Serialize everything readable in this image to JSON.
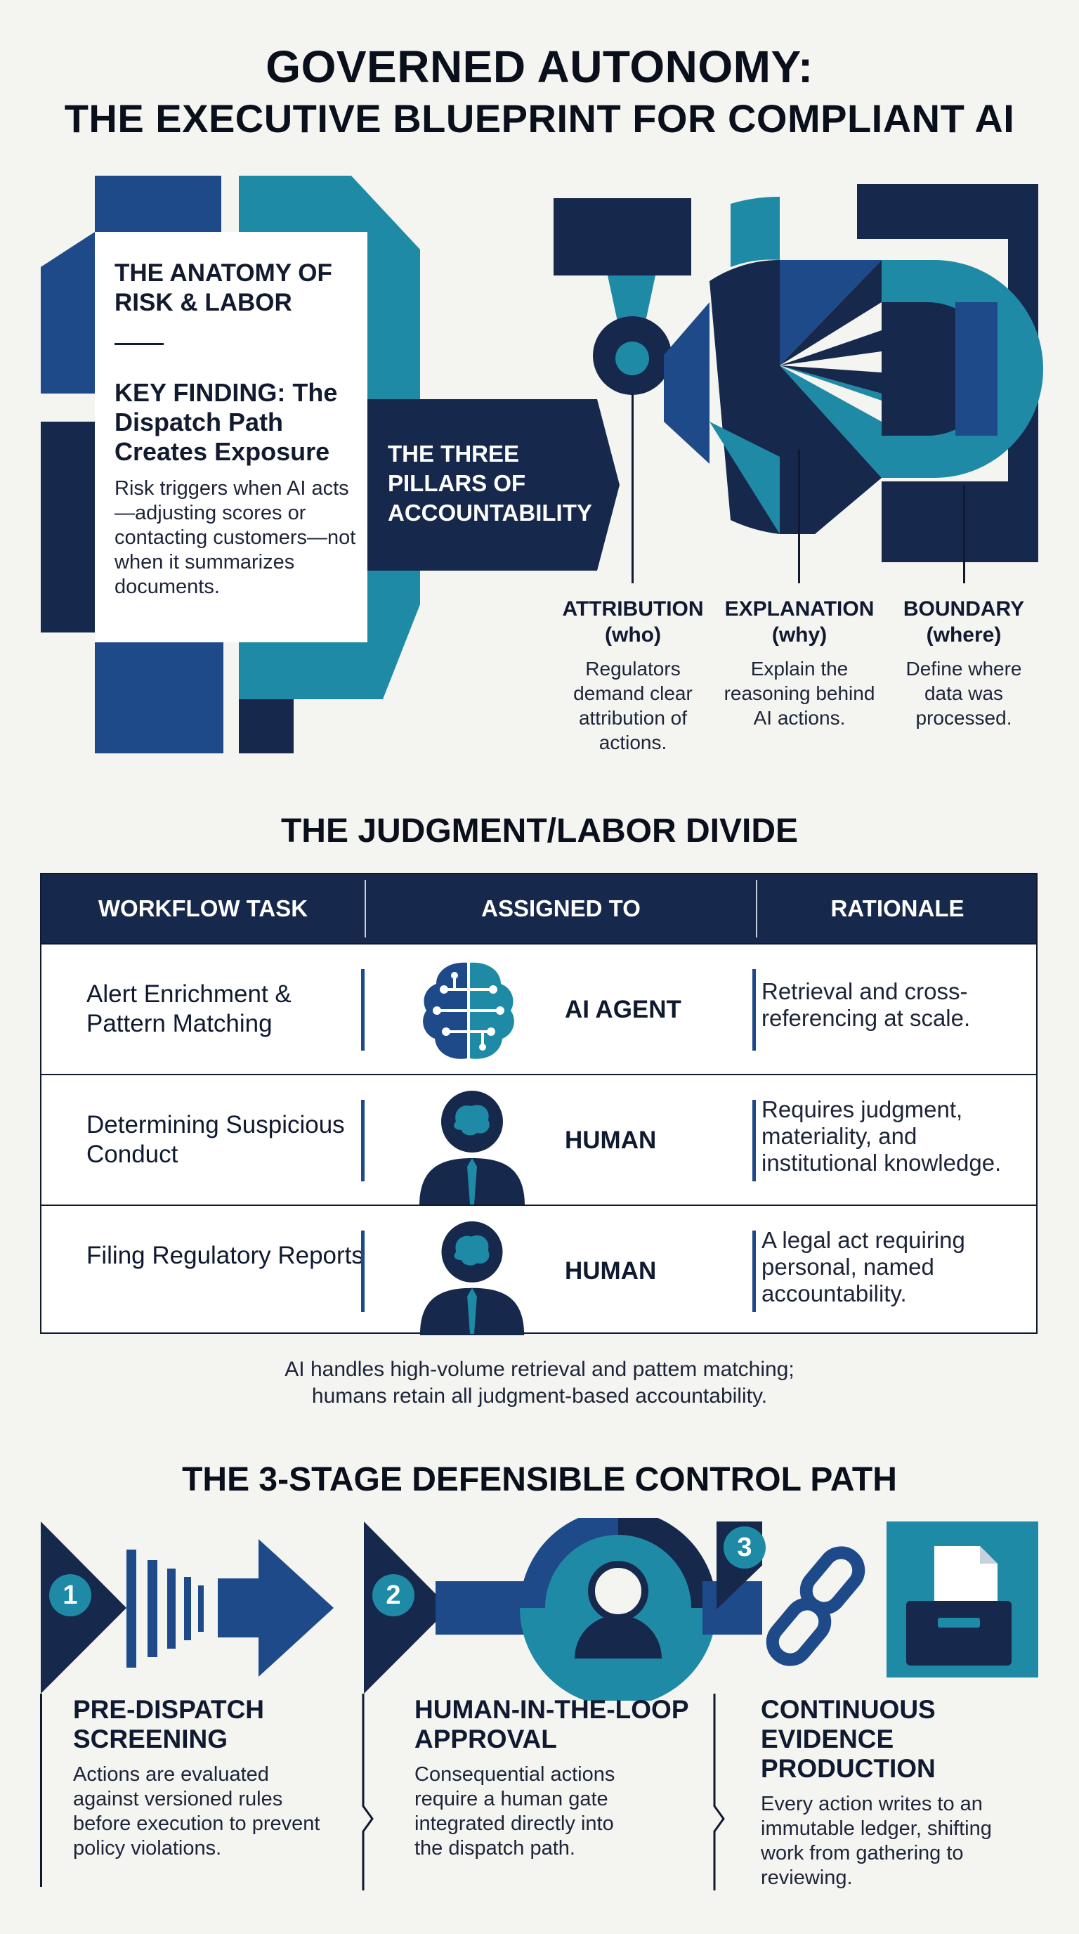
{
  "title": {
    "line1": "GOVERNED AUTONOMY:",
    "line2": "THE EXECUTIVE BLUEPRINT FOR COMPLIANT AI"
  },
  "anatomy": {
    "heading": "THE ANATOMY OF RISK & LABOR",
    "key_finding": "KEY FINDING: The Dispatch Path Creates Exposure",
    "body": "Risk triggers when AI acts—adjusting scores or contacting customers—not when it summarizes documents."
  },
  "pillars": {
    "label": "THE THREE PILLARS OF ACCOUNTABILITY",
    "items": [
      {
        "title": "ATTRIBUTION",
        "sub": "(who)",
        "body": "Regulators demand clear attribution of actions."
      },
      {
        "title": "EXPLANATION",
        "sub": "(why)",
        "body": "Explain the reasoning behind AI actions."
      },
      {
        "title": "BOUNDARY",
        "sub": "(where)",
        "body": "Define where data was processed."
      }
    ]
  },
  "divide": {
    "title": "THE JUDGMENT/LABOR DIVIDE",
    "headers": [
      "WORKFLOW TASK",
      "ASSIGNED TO",
      "RATIONALE"
    ],
    "rows": [
      {
        "task": "Alert Enrichment & Pattern Matching",
        "assigned": "AI AGENT",
        "icon": "ai-brain-circuit-icon",
        "rationale": "Retrieval and cross-referencing at scale."
      },
      {
        "task": "Determining Suspicious Conduct",
        "assigned": "HUMAN",
        "icon": "human-brain-icon",
        "rationale": "Requires judgment, materiality, and institutional knowledge."
      },
      {
        "task": "Filing Regulatory Reports",
        "assigned": "HUMAN",
        "icon": "human-brain-icon",
        "rationale": "A legal act requiring personal, named accountability."
      }
    ],
    "caption_line1": "AI handles high-volume retrieval and pattem matching;",
    "caption_line2": "humans retain all judgment-based accountability."
  },
  "control": {
    "title": "THE 3-STAGE DEFENSIBLE CONTROL PATH",
    "steps": [
      {
        "num": "1",
        "title_line1": "PRE-DISPATCH",
        "title_line2": "SCREENING",
        "body": "Actions are evaluated against versioned rules before execution to prevent policy violations."
      },
      {
        "num": "2",
        "title_line1": "HUMAN-IN-THE-LOOP",
        "title_line2": "APPROVAL",
        "body": "Consequential actions require a human gate integrated directly into the dispatch path."
      },
      {
        "num": "3",
        "title_line1": "CONTINUOUS",
        "title_line2": "EVIDENCE PRODUCTION",
        "body": "Every action writes to an immutable ledger, shifting work from gathering to reviewing."
      }
    ]
  },
  "colors": {
    "navy": "#16284c",
    "blue": "#1f4a8a",
    "teal": "#1e8aa6",
    "background": "#f4f4f0"
  }
}
